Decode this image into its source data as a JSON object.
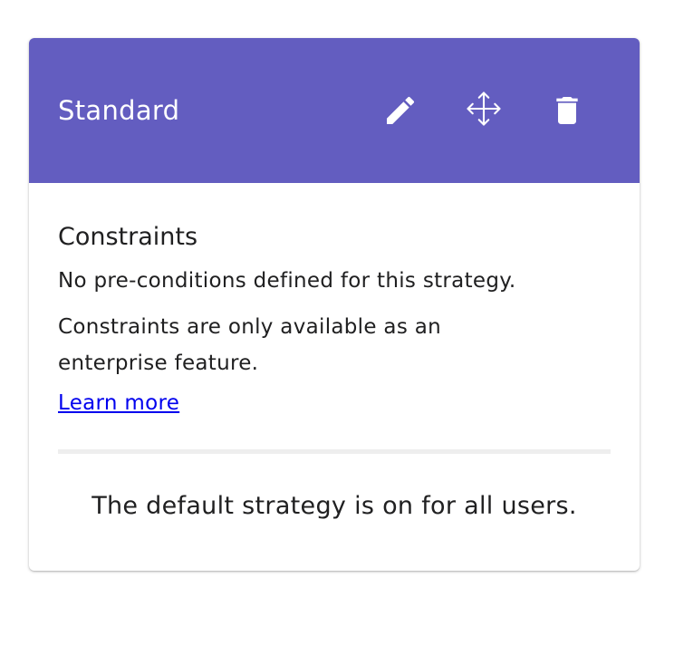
{
  "strategy": {
    "title": "Standard",
    "header_color": "#635dc0",
    "icons": {
      "edit": "pencil-icon",
      "move": "move-arrows-icon",
      "delete": "trash-icon"
    }
  },
  "constraints": {
    "heading": "Constraints",
    "no_conditions": "No pre-conditions defined for this strategy.",
    "enterprise_note": "Constraints are only available as an enterprise feature.",
    "learn_more": "Learn more"
  },
  "footer": {
    "default_text": "The default strategy is on for all users."
  }
}
